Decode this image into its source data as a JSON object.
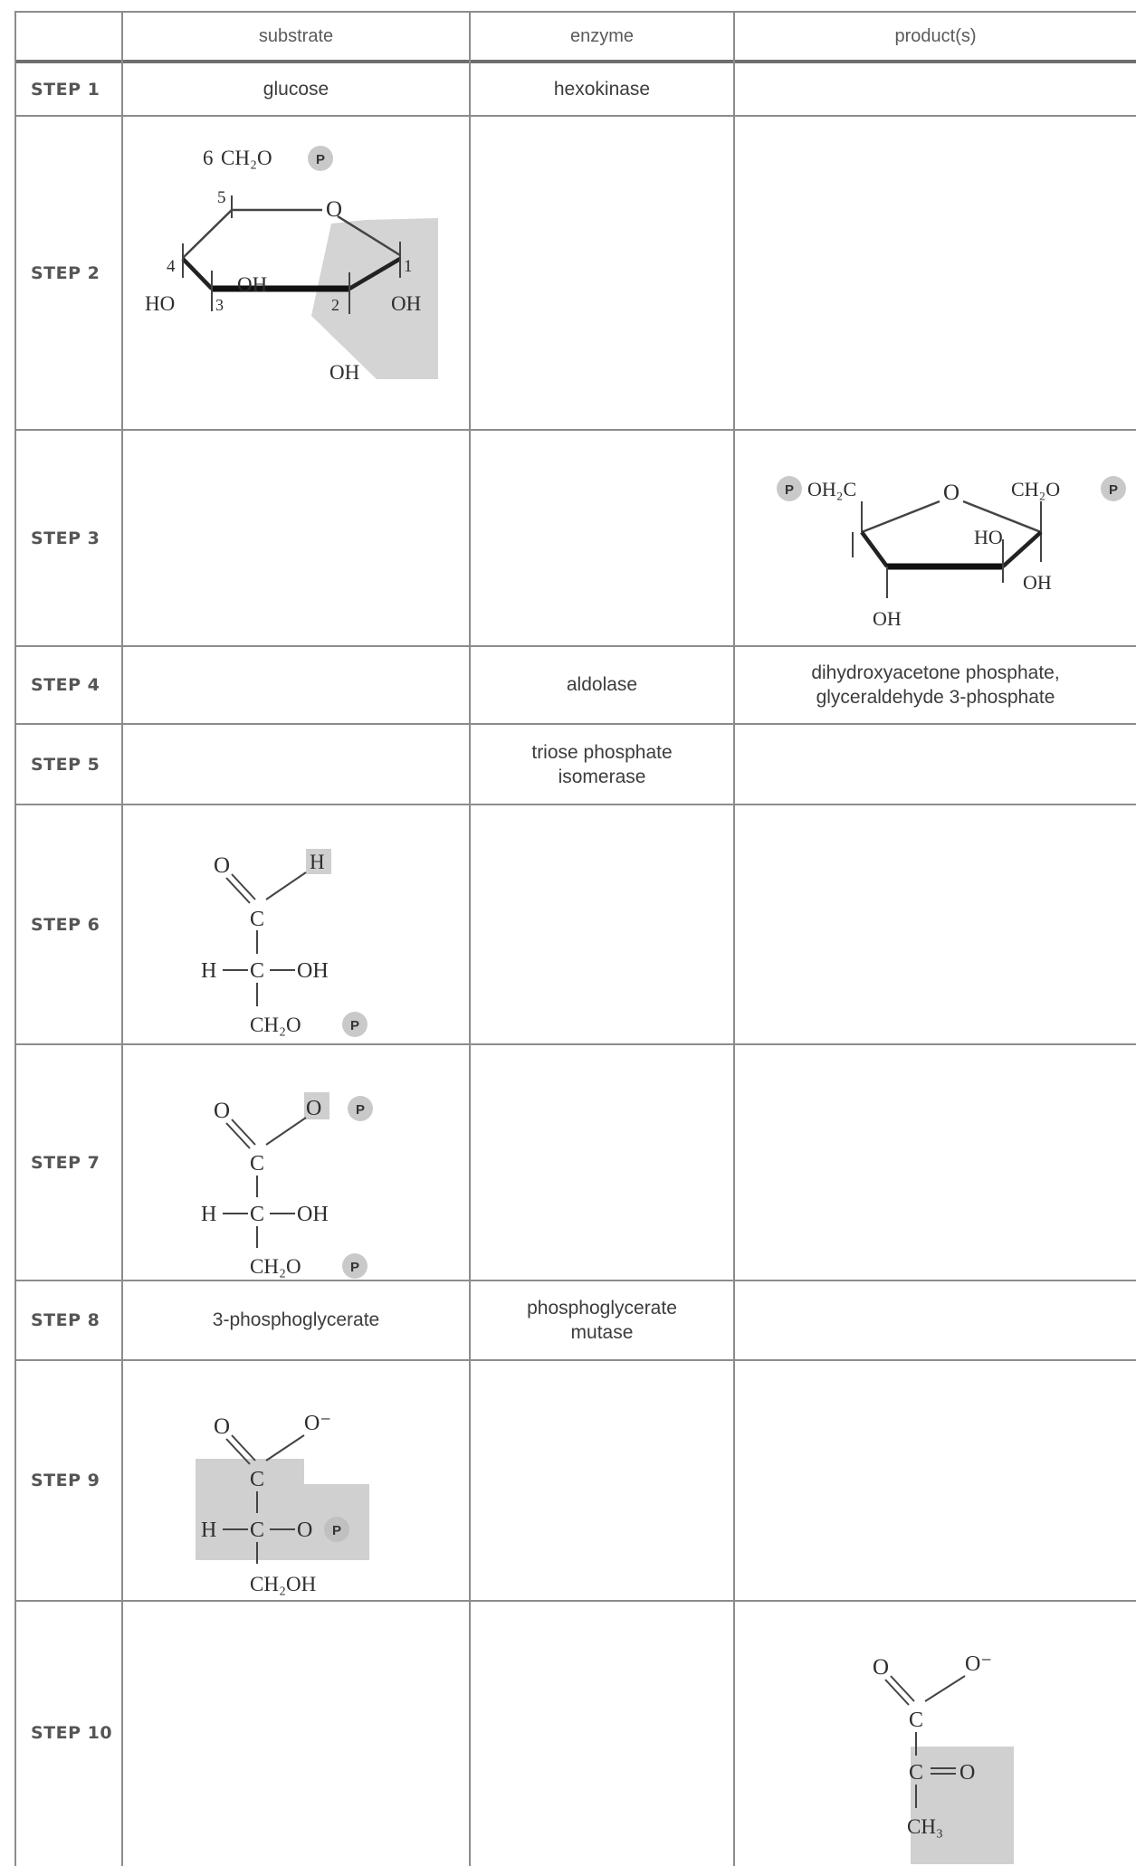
{
  "headers": {
    "substrate": "substrate",
    "enzyme": "enzyme",
    "products": "product(s)"
  },
  "steps": [
    {
      "label": "STEP 1",
      "substrate": "glucose",
      "enzyme": "hexokinase",
      "products": ""
    },
    {
      "label": "STEP 2",
      "substrate": "",
      "enzyme": "",
      "products": ""
    },
    {
      "label": "STEP 3",
      "substrate": "",
      "enzyme": "",
      "products": ""
    },
    {
      "label": "STEP 4",
      "substrate": "",
      "enzyme": "aldolase",
      "products": "dihydroxyacetone phosphate,\nglyceraldehyde 3-phosphate"
    },
    {
      "label": "STEP 5",
      "substrate": "",
      "enzyme": "triose phosphate\nisomerase",
      "products": ""
    },
    {
      "label": "STEP 6",
      "substrate": "",
      "enzyme": "",
      "products": ""
    },
    {
      "label": "STEP 7",
      "substrate": "",
      "enzyme": "",
      "products": ""
    },
    {
      "label": "STEP 8",
      "substrate": "3-phosphoglycerate",
      "enzyme": "phosphoglycerate\nmutase",
      "products": ""
    },
    {
      "label": "STEP 9",
      "substrate": "",
      "enzyme": "",
      "products": ""
    },
    {
      "label": "STEP 10",
      "substrate": "",
      "enzyme": "",
      "products": ""
    }
  ],
  "structures": {
    "glucose6p": {
      "n6": "6",
      "ch2o": "CH₂O",
      "p": "P",
      "n5": "5",
      "o": "O",
      "n4": "4",
      "n3": "3",
      "n2": "2",
      "n1": "1",
      "oh3": "OH",
      "ho4": "HO",
      "oh1": "OH",
      "oh2": "OH"
    },
    "fructose16bp": {
      "p1": "P",
      "oh2c": "OH₂C",
      "o": "O",
      "ch2o": "CH₂O",
      "p2": "P",
      "ho": "HO",
      "oh1": "OH",
      "oh2": "OH"
    },
    "g3p": {
      "o": "O",
      "h": "H",
      "c1": "C",
      "h2": "H",
      "c2": "C",
      "oh": "OH",
      "ch2o": "CH₂O",
      "p": "P"
    },
    "bpg": {
      "o": "O",
      "o2": "O",
      "p1": "P",
      "c1": "C",
      "h": "H",
      "c2": "C",
      "oh": "OH",
      "ch2o": "CH₂O",
      "p2": "P"
    },
    "pg2": {
      "o": "O",
      "o2": "O⁻",
      "c1": "C",
      "h": "H",
      "c2": "C",
      "o3": "O",
      "p": "P",
      "ch2oh": "CH₂OH"
    },
    "pyruvate": {
      "o": "O",
      "o2": "O⁻",
      "c1": "C",
      "c2": "C",
      "o3": "O",
      "ch3": "CH₃"
    }
  }
}
